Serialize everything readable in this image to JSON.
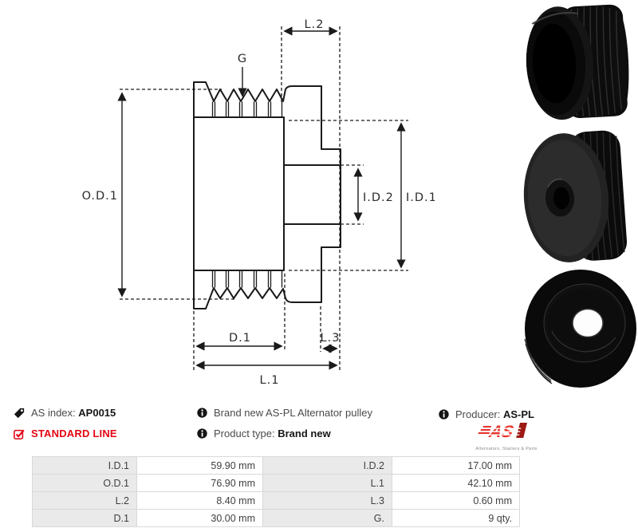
{
  "drawing": {
    "labels": {
      "l2": "L.2",
      "g": "G",
      "od1": "O.D.1",
      "id2": "I.D.2",
      "id1": "I.D.1",
      "d1": "D.1",
      "l3": "L.3",
      "l1": "L.1"
    }
  },
  "info": {
    "as_index_label": "AS index:",
    "as_index_value": "AP0015",
    "standard_line": "STANDARD LINE",
    "description": "Brand new AS-PL Alternator pulley",
    "product_type_label": "Product type:",
    "product_type_value": "Brand new",
    "producer_label": "Producer:",
    "producer_value": "AS-PL",
    "logo_text": "AS",
    "logo_tagline": "Alternators, Starters & Parts"
  },
  "specs": {
    "rows": [
      [
        "I.D.1",
        "59.90 mm",
        "I.D.2",
        "17.00 mm"
      ],
      [
        "O.D.1",
        "76.90 mm",
        "L.1",
        "42.10 mm"
      ],
      [
        "L.2",
        "8.40 mm",
        "L.3",
        "0.60 mm"
      ],
      [
        "D.1",
        "30.00 mm",
        "G.",
        "9 qty."
      ]
    ]
  },
  "colors": {
    "accent_red": "#e30613",
    "logo_red": "#e8312a",
    "line_color": "#1a1a1a"
  }
}
